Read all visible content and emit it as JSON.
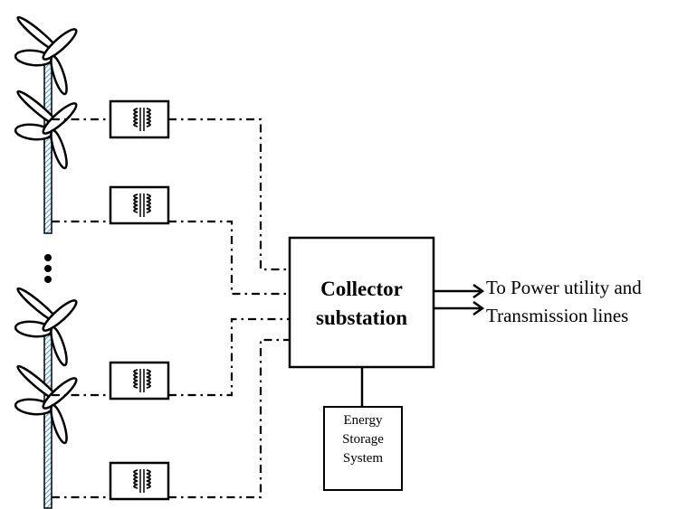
{
  "collector": {
    "line1": "Collector",
    "line2": "substation"
  },
  "energy_storage": {
    "line1": "Energy",
    "line2": "Storage",
    "line3": "System"
  },
  "output": {
    "line1": "To Power utility and",
    "line2": "Transmission lines"
  },
  "colors": {
    "tower_hatch": "#4fa3d9",
    "stroke": "#000000"
  },
  "icons": [
    "wind-turbine-icon",
    "transformer-icon",
    "vertical-ellipsis-icon",
    "arrow-right-icon"
  ]
}
